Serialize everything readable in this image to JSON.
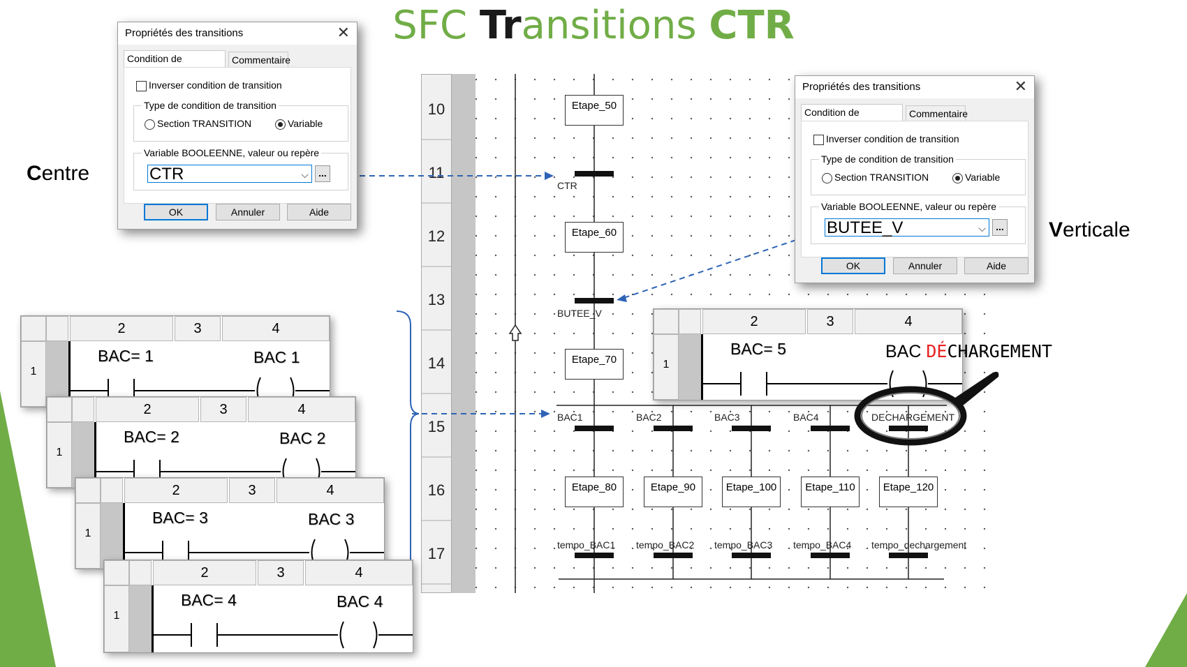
{
  "title": {
    "part1": "SFC ",
    "part2": "Tr",
    "part3": "ansitions ",
    "part4": "CTR"
  },
  "colors": {
    "green": "#71ad47",
    "dark": "#1a1a1a",
    "accent_red": "#e8201f",
    "arrow_blue": "#2e63b6"
  },
  "labels": {
    "centre_first": "C",
    "centre_rest": "entre",
    "verticale_first": "V",
    "verticale_rest": "erticale"
  },
  "dialog_left": {
    "title": "Propriétés des transitions",
    "tab_condition": "Condition de transition",
    "tab_comment": "Commentaire",
    "invert_label": "Inverser condition de transition",
    "group_type": "Type de condition de transition",
    "radio_section": "Section TRANSITION",
    "radio_variable": "Variable",
    "group_var": "Variable BOOLEENNE, valeur ou repère",
    "value": "CTR",
    "dots": "...",
    "ok": "OK",
    "cancel": "Annuler",
    "help": "Aide"
  },
  "dialog_right": {
    "title": "Propriétés des transitions",
    "tab_condition": "Condition de transition",
    "tab_comment": "Commentaire",
    "invert_label": "Inverser condition de transition",
    "group_type": "Type de condition de transition",
    "radio_section": "Section TRANSITION",
    "radio_variable": "Variable",
    "group_var": "Variable BOOLEENNE, valeur ou repère",
    "value": "BUTEE_V",
    "dots": "...",
    "ok": "OK",
    "cancel": "Annuler",
    "help": "Aide"
  },
  "grafcet": {
    "rows": [
      "10",
      "11",
      "12",
      "13",
      "14",
      "15",
      "16",
      "17"
    ],
    "steps": [
      "Etape_50",
      "Etape_60",
      "Etape_70",
      "Etape_80",
      "Etape_90",
      "Etape_100",
      "Etape_110",
      "Etape_120"
    ],
    "transitions": [
      "CTR",
      "BUTEE_V",
      "BAC1",
      "BAC2",
      "BAC3",
      "BAC4",
      "DECHARGEMENT"
    ],
    "tempos": [
      "tempo_BAC1",
      "tempo_BAC2",
      "tempo_BAC3",
      "tempo_BAC4",
      "tempo_dechargement"
    ]
  },
  "ladders": [
    {
      "cols": [
        "2",
        "3",
        "4"
      ],
      "row": "1",
      "contact": "BAC= 1",
      "coil": "BAC 1"
    },
    {
      "cols": [
        "2",
        "3",
        "4"
      ],
      "row": "1",
      "contact": "BAC= 2",
      "coil": "BAC 2"
    },
    {
      "cols": [
        "2",
        "3",
        "4"
      ],
      "row": "1",
      "contact": "BAC= 3",
      "coil": "BAC 3"
    },
    {
      "cols": [
        "2",
        "3",
        "4"
      ],
      "row": "1",
      "contact": "BAC= 4",
      "coil": "BAC 4"
    }
  ],
  "ladder_right": {
    "cols": [
      "2",
      "3",
      "4"
    ],
    "row": "1",
    "contact": "BAC= 5",
    "coil_a": "BAC ",
    "coil_red": "DÉ",
    "coil_b": "CHARGEMENT"
  }
}
